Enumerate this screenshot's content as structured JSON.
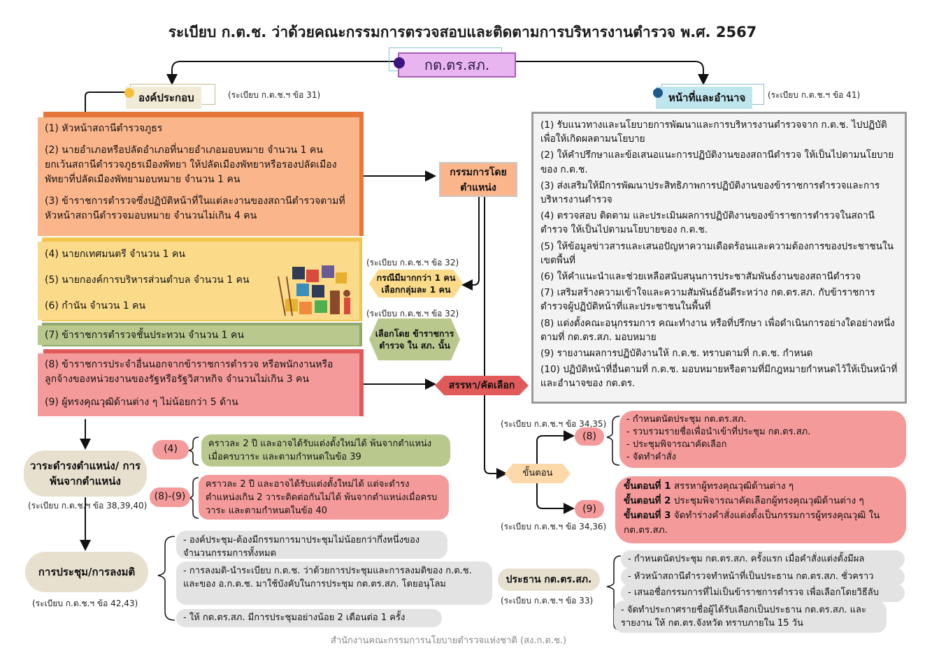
{
  "title": "ระเบียบ ก.ต.ช. ว่าด้วยคณะกรรมการตรวจสอบและติดตามการบริหารงานตำรวจ พ.ศ. 2567",
  "center": "กต.ตร.สภ.",
  "left_header": "องค์ประกอบ",
  "left_ref": "(ระเบียบ ก.ต.ช.ฯ ข้อ 31)",
  "right_header": "หน้าที่และอำนาจ",
  "right_ref": "(ระเบียบ ก.ต.ช.ฯ ข้อ 41)",
  "members_orange": [
    "(1) หัวหน้าสถานีตำรวจภูธร",
    "(2) นายอำเภอหรือปลัดอำเภอที่นายอำเภอมอบหมาย จำนวน 1 คน ยกเว้นสถานีตำรวจภูธรเมืองพัทยา ให้ปลัดเมืองพัทยาหรือรองปลัดเมืองพัทยาที่ปลัดเมืองพัทยามอบหมาย จำนวน 1 คน",
    "(3) ข้าราชการตำรวจซึ่งปฏิบัติหน้าที่ในแต่ละงานของสถานีตำรวจตามที่หัวหน้าสถานีตำรวจมอบหมาย จำนวนไม่เกิน 4 คน"
  ],
  "members_yellow": [
    "(4) นายกเทศมนตรี จำนวน 1 คน",
    "(5) นายกองค์การบริหารส่วนตำบล จำนวน 1 คน",
    "(6) กำนัน จำนวน 1 คน"
  ],
  "members_green": "(7) ข้าราชการตำรวจชั้นประทวน จำนวน 1 คน",
  "members_pink": [
    "(8) ข้าราชการประจำอื่นนอกจากข้าราชการตำรวจ หรือพนักงานหรือลูกจ้างของหน่วยงานของรัฐหรือรัฐวิสาหกิจ จำนวนไม่เกิน 3 คน",
    "(9) ผู้ทรงคุณวุฒิด้านต่าง ๆ ไม่น้อยกว่า 5 ด้าน"
  ],
  "ex_officio": "กรรมการโดยตำแหน่ง",
  "ref32a": "(ระเบียบ ก.ต.ช.ฯ ข้อ 32)",
  "choose_group": "กรณีมีมากกว่า 1 คน เลือกกลุ่มละ 1 คน",
  "ref32b": "(ระเบียบ ก.ต.ช.ฯ ข้อ 32)",
  "choose_by": "เลือกโดย ข้าราชการตำรวจ ใน สภ. นั้น",
  "recruit": "สรรหา/คัดเลือก",
  "duties": [
    "(1) รับแนวทางและนโยบายการพัฒนาและการบริหารงานตำรวจจาก ก.ต.ช. ไปปฏิบัติเพื่อให้เกิดผลตามนโยบาย",
    "(2) ให้คำปรึกษาและข้อเสนอแนะการปฏิบัติงานของสถานีตำรวจ ให้เป็นไปตามนโยบายของ ก.ต.ช.",
    "(3) ส่งเสริมให้มีการพัฒนาประสิทธิภาพการปฏิบัติงานของข้าราชการตำรวจและการบริหารงานตำรวจ",
    "(4) ตรวจสอบ ติดตาม และประเมินผลการปฏิบัติงานของข้าราชการตำรวจในสถานีตำรวจ ให้เป็นไปตามนโยบายของ ก.ต.ช.",
    "(5) ให้ข้อมูลข่าวสารและเสนอปัญหาความเดือดร้อนและความต้องการของประชาชนในเขตพื้นที่",
    "(6) ให้คำแนะนำและช่วยเหลือสนับสนุนการประชาสัมพันธ์งานของสถานีตำรวจ",
    "(7) เสริมสร้างความเข้าใจและความสัมพันธ์อันดีระหว่าง กต.ตร.สภ. กับข้าราชการตำรวจผู้ปฏิบัติหน้าที่และประชาชนในพื้นที่",
    "(8) แต่งตั้งคณะอนุกรรมการ คณะทำงาน หรือที่ปรึกษา เพื่อดำเนินการอย่างใดอย่างหนึ่งตามที่ กต.ตร.สภ. มอบหมาย",
    "(9) รายงานผลการปฏิบัติงานให้ ก.ต.ช. ทราบตามที่ ก.ต.ช. กำหนด",
    "(10) ปฏิบัติหน้าที่อื่นตามที่ ก.ต.ช. มอบหมายหรือตามที่มีกฎหมายกำหนดไว้ให้เป็นหน้าที่และอำนาจของ กต.ตร."
  ],
  "term": {
    "label": "วาระดำรงตำแหน่ง/ การพ้นจากตำแหน่ง",
    "ref": "(ระเบียบ ก.ต.ช.ฯ ข้อ 38,39,40)",
    "t4_tag": "(4)",
    "t4_text": "คราวละ 2 ปี และอาจได้รับแต่งตั้งใหม่ได้ พ้นจากตำแหน่งเมื่อครบวาระ และตามกำหนดในข้อ 39",
    "t89_tag": "(8)-(9)",
    "t89_text": "คราวละ 2 ปี และอาจได้รับแต่งตั้งใหม่ได้ แต่จะดำรงตำแหน่งเกิน 2 วาระติดต่อกันไม่ได้ พ้นจากตำแหน่งเมื่อครบวาระ และตามกำหนดในข้อ 40"
  },
  "meeting": {
    "label": "การประชุม/การลงมติ",
    "ref": "(ระเบียบ ก.ต.ช.ฯ ข้อ 42,43)",
    "items": [
      "- องค์ประชุม-ต้องมีกรรมการมาประชุมไม่น้อยกว่ากึ่งหนึ่งของจำนวนกรรมการทั้งหมด",
      "- การลงมติ-นำระเบียบ ก.ต.ช. ว่าด้วยการประชุมและการลงมติของ ก.ต.ช. และของ อ.ก.ต.ช. มาใช้บังคับในการประชุม กต.ตร.สภ. โดยอนุโลม",
      "- ให้ กต.ตร.สภ. มีการประชุมอย่างน้อย 2 เดือนต่อ 1 ครั้ง"
    ]
  },
  "steps": {
    "label": "ขั้นตอน",
    "ref8": "(ระเบียบ ก.ต.ช.ฯ ข้อ 34,35)",
    "tag8": "(8)",
    "items8": [
      "- กำหนดนัดประชุม กต.ตร.สภ.",
      "- รวบรวมรายชื่อเพื่อนำเข้าที่ประชุม กต.ตร.สภ.",
      "- ประชุมพิจารณาคัดเลือก",
      "- จัดทำคำสั่ง"
    ],
    "ref9": "(ระเบียบ ก.ต.ช.ฯ ข้อ 34,36)",
    "tag9": "(9)",
    "s1_b": "ขั้นตอนที่ 1",
    "s1": " สรรหาผู้ทรงคุณวุฒิด้านต่าง ๆ",
    "s2_b": "ขั้นตอนที่ 2",
    "s2": " ประชุมพิจารณาคัดเลือกผู้ทรงคุณวุฒิด้านต่าง ๆ",
    "s3_b": "ขั้นตอนที่ 3",
    "s3": " จัดทำร่างคำสั่งแต่งตั้งเป็นกรรมการผู้ทรงคุณวุฒิ ใน กต.ตร.สภ."
  },
  "chair": {
    "label": "ประธาน กต.ตร.สภ.",
    "ref": "(ระเบียบ ก.ต.ช.ฯ ข้อ 33)",
    "items": [
      "- กำหนดนัดประชุม กต.ตร.สภ. ครั้งแรก เมื่อคำสั่งแต่งตั้งมีผล",
      "- หัวหน้าสถานีตำรวจทำหน้าที่เป็นประธาน กต.ตร.สภ. ชั่วคราว",
      "- เสนอชื่อกรรมการที่ไม่เป็นข้าราชการตำรวจ เพื่อเลือกโดยวิธีลับ",
      "- จัดทำประกาศรายชื่อผู้ได้รับเลือกเป็นประธาน กต.ตร.สภ. และรายงาน ให้ กต.ตร.จังหวัด ทราบภายใน 15 วัน"
    ]
  },
  "footer": "สำนักงานคณะกรรมการนโยบายตำรวจแห่งชาติ (สง.ก.ต.ช.)",
  "colors": {
    "orange": "#fbb58a",
    "orange_edge": "#e6763a",
    "yellow": "#fbdb8a",
    "green": "#b9c98e",
    "pink": "#f59a9a",
    "grey": "#e3e3e3",
    "purple": "#e9b5f0"
  }
}
